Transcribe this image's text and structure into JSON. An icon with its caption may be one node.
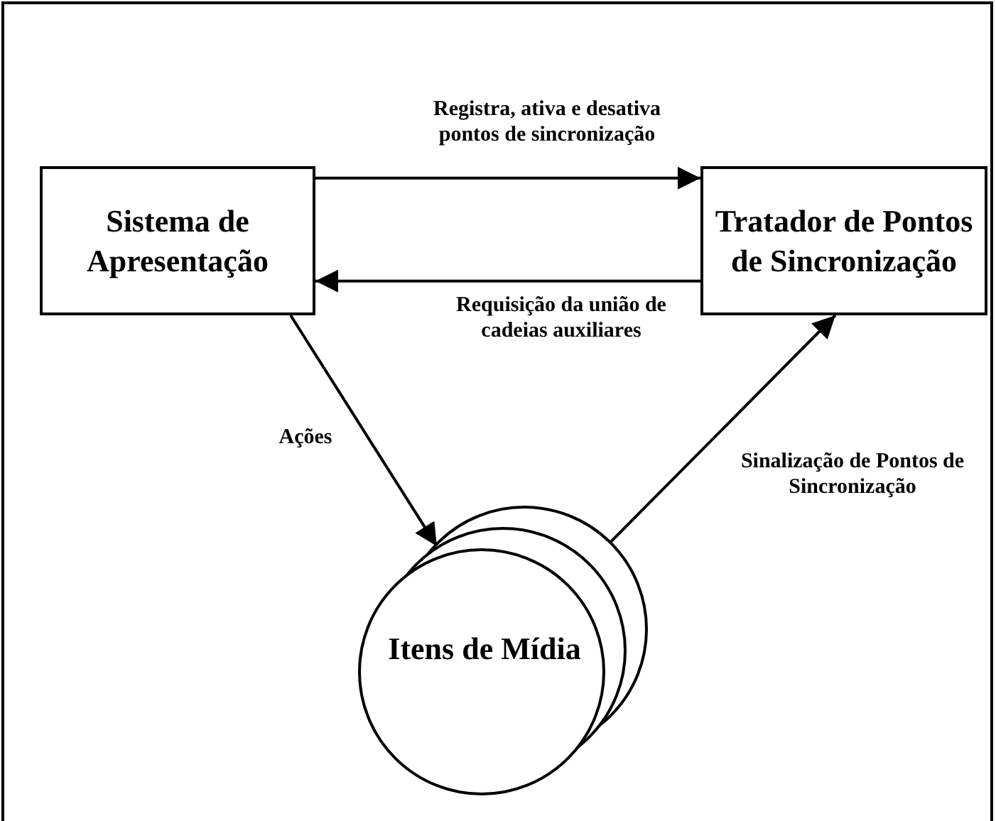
{
  "diagram": {
    "nodes": [
      {
        "text": [
          "Sistema de Apresentação"
        ]
      },
      {
        "text": [
          "Tratador de Pontos de Sincronização"
        ]
      },
      {
        "text": [
          "Itens de Mídia"
        ]
      }
    ],
    "edges": [
      {
        "from": 0,
        "to": 1,
        "arrow": "to",
        "label": "Registra, ativa e desativa pontos de sincronização"
      },
      {
        "from": 1,
        "to": 0,
        "arrow": "to",
        "label": "Requisição da união de cadeias auxiliares"
      },
      {
        "from": 0,
        "to": 2,
        "arrow": "to",
        "label": "Ações"
      },
      {
        "from": 2,
        "to": 1,
        "arrow": "to",
        "label": "Sinalização de Pontos de Sincronização"
      }
    ]
  }
}
